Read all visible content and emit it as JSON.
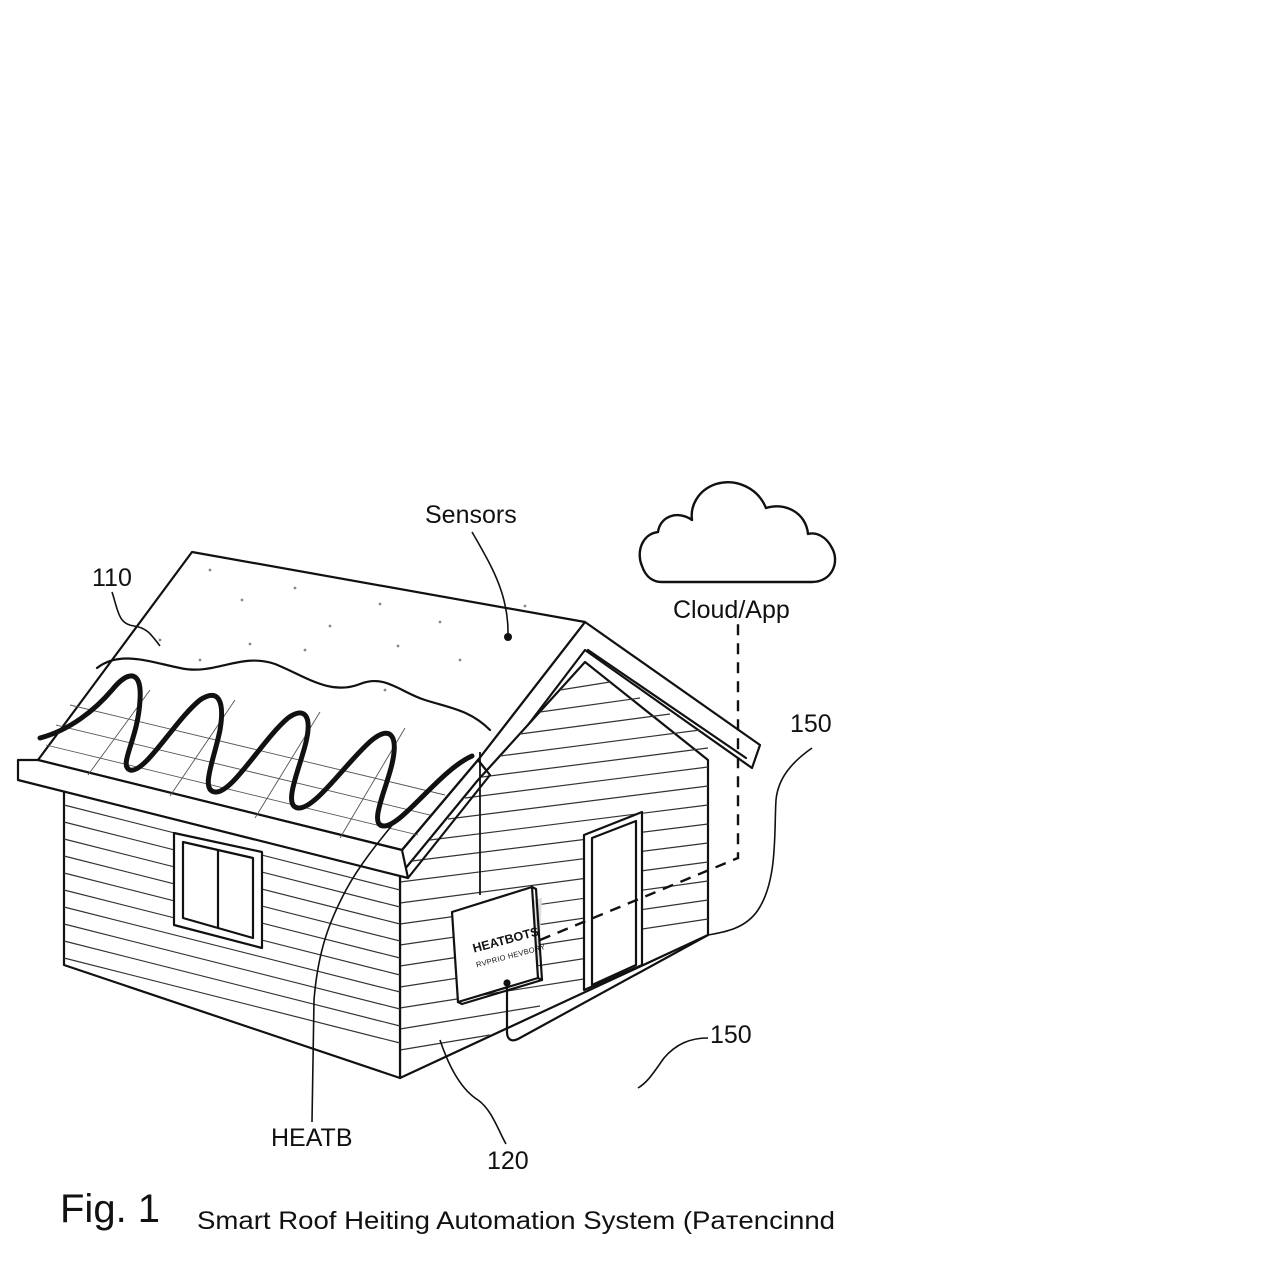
{
  "figure": {
    "number": "Fig. 1",
    "caption": "Smart Roof Heiting Automation System (Paтencinnd"
  },
  "labels": {
    "sensors": "Sensors",
    "cloud_app": "Cloud/App",
    "ref_110": "110",
    "ref_150_upper": "150",
    "ref_150_lower": "150",
    "ref_120": "120",
    "heatb": "HEATB"
  },
  "controller_box": {
    "title": "HEATBOTS",
    "subtitle": "RVPRIO HEVBORY"
  }
}
